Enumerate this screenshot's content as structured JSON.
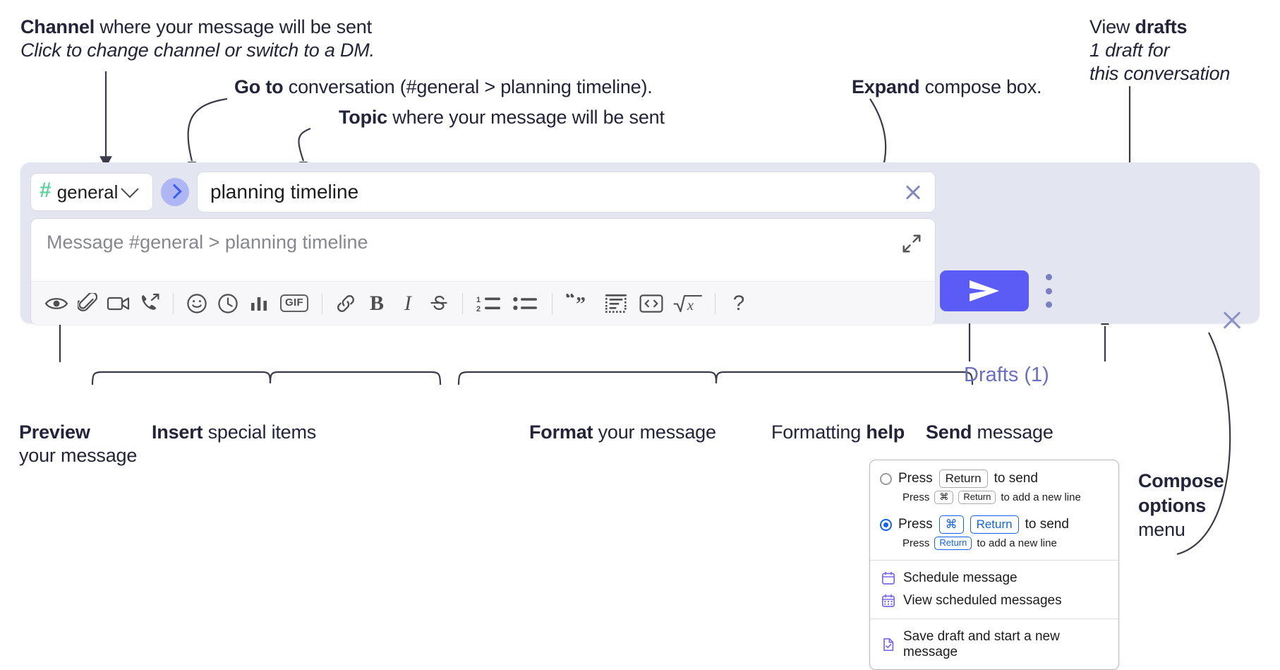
{
  "annotations": {
    "channel": {
      "bold": "Channel",
      "rest": " where your message will be sent",
      "sub": "Click to change channel or switch to a DM."
    },
    "goto": {
      "bold": "Go to",
      "rest": " conversation (#general > planning timeline)."
    },
    "topic": {
      "bold": "Topic",
      "rest": " where your message will be sent"
    },
    "expand": {
      "bold": "Expand",
      "rest": " compose box."
    },
    "drafts": {
      "plain": "View ",
      "bold": "drafts",
      "sub1": "1 draft for",
      "sub2": "this conversation"
    },
    "preview": {
      "bold": "Preview",
      "line2": "your message"
    },
    "insert": {
      "bold": "Insert",
      "rest": " special items"
    },
    "format": {
      "bold": "Format",
      "rest": " your message"
    },
    "help": {
      "plain": "Formatting ",
      "bold": "help"
    },
    "send": {
      "bold": "Send",
      "rest": " message"
    },
    "compose_options": {
      "bold1": "Compose",
      "bold2": "options",
      "plain": "menu"
    }
  },
  "compose": {
    "channel_name": "general",
    "channel_hash": "#",
    "goto_icon": "chevron-right-icon",
    "topic_value": "planning timeline",
    "topic_clear_icon": "close-icon",
    "message_placeholder": "Message #general > planning timeline",
    "expand_icon": "expand-icon",
    "drafts_label": "Drafts (1)",
    "panel_close_icon": "close-icon",
    "send_icon": "send-paper-plane-icon",
    "kebab_icon": "vertical-dots-icon",
    "accent_color": "#5b5cf6",
    "panel_background": "#e3e5f1",
    "hash_color": "#5ed39b",
    "drafts_color": "#6a6fc2"
  },
  "toolbar": {
    "items": [
      {
        "name": "preview-icon",
        "label": "Preview"
      },
      {
        "name": "attachment-paperclip-icon",
        "label": "Attach file"
      },
      {
        "name": "video-camera-icon",
        "label": "Video clip"
      },
      {
        "name": "audio-call-icon",
        "label": "Audio clip"
      },
      {
        "name": "separator",
        "label": ""
      },
      {
        "name": "emoji-smiley-icon",
        "label": "Emoji"
      },
      {
        "name": "schedule-clock-icon",
        "label": "Schedule"
      },
      {
        "name": "bar-chart-icon",
        "label": "Poll"
      },
      {
        "name": "gif-icon",
        "label": "GIF"
      },
      {
        "name": "separator",
        "label": ""
      },
      {
        "name": "link-icon",
        "label": "Link"
      },
      {
        "name": "bold-icon",
        "label": "B"
      },
      {
        "name": "italic-icon",
        "label": "I"
      },
      {
        "name": "strikethrough-icon",
        "label": "Strikethrough"
      },
      {
        "name": "separator",
        "label": ""
      },
      {
        "name": "ordered-list-icon",
        "label": "Ordered list"
      },
      {
        "name": "bulleted-list-icon",
        "label": "Bulleted list"
      },
      {
        "name": "separator",
        "label": ""
      },
      {
        "name": "blockquote-icon",
        "label": "Blockquote"
      },
      {
        "name": "code-block-icon",
        "label": "Code block"
      },
      {
        "name": "inline-code-icon",
        "label": "Code"
      },
      {
        "name": "math-icon",
        "label": "Math"
      },
      {
        "name": "separator",
        "label": ""
      },
      {
        "name": "help-question-icon",
        "label": "?"
      }
    ],
    "gif_label": "GIF",
    "bold_label": "B",
    "italic_label": "I",
    "help_label": "?"
  },
  "compose_menu": {
    "options": [
      {
        "selected": false,
        "main_prefix": "Press",
        "main_key": "Return",
        "main_suffix": "to send",
        "sub_prefix": "Press",
        "sub_key1": "⌘",
        "sub_key2": "Return",
        "sub_suffix": "to add a new line"
      },
      {
        "selected": true,
        "main_prefix": "Press",
        "main_key1": "⌘",
        "main_key2": "Return",
        "main_suffix": "to send",
        "sub_prefix": "Press",
        "sub_key": "Return",
        "sub_suffix": "to add a new line"
      }
    ],
    "items": [
      {
        "icon": "calendar-schedule-icon",
        "label": "Schedule message"
      },
      {
        "icon": "calendar-grid-icon",
        "label": "View scheduled messages"
      },
      {
        "icon": "save-draft-icon",
        "label": "Save draft and start a new message"
      }
    ]
  }
}
